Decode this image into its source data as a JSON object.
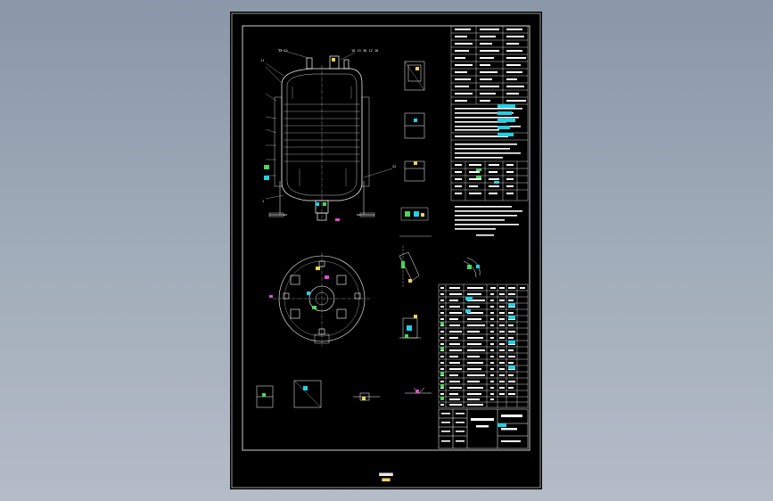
{
  "drawing": {
    "palette": {
      "background": "#000000",
      "frame": "#ffffff",
      "line": "#ffffff",
      "table": "#ffffff",
      "cyan": "#21d0e6",
      "green": "#49d65a",
      "yellow": "#f2d15a",
      "magenta": "#e64ad6"
    },
    "tiny_labels": {
      "vessel_top_right": "18 15 30 12 10",
      "vessel_top_left": "13 12",
      "vessel_left_top": "11",
      "tag_22": "22",
      "tag_1": "1"
    },
    "caption": {
      "line1": "▆▆▆▆▆",
      "line2": "▆▆▆"
    }
  }
}
